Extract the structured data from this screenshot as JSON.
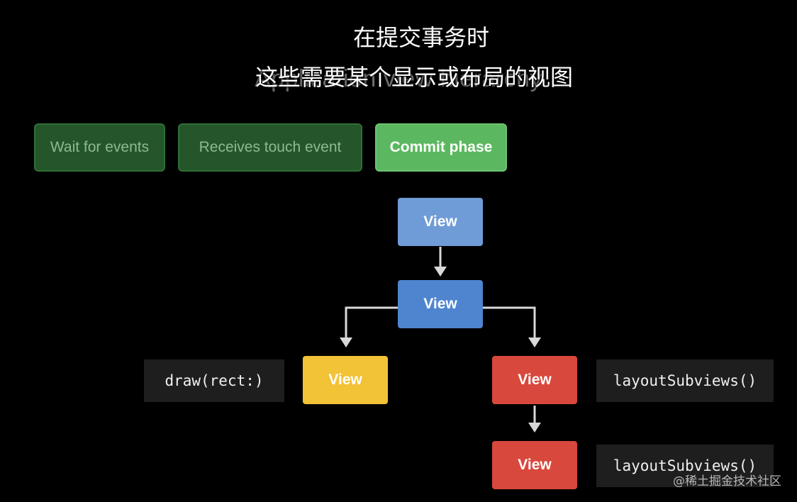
{
  "slide": {
    "title": "Application view hierarchy",
    "subtitle_line1": "在提交事务时",
    "subtitle_line2": "这些需要某个显示或布局的视图"
  },
  "phases": [
    {
      "label": "Wait for events",
      "state": "inactive"
    },
    {
      "label": "Receives touch event",
      "state": "inactive"
    },
    {
      "label": "Commit phase",
      "state": "active"
    }
  ],
  "hierarchy": {
    "root": {
      "label": "View",
      "color": "#6f9bd7"
    },
    "child": {
      "label": "View",
      "color": "#4f85cf"
    },
    "left_leaf": {
      "label": "View",
      "color": "#f2c237",
      "method": "draw(rect:)"
    },
    "right_child": {
      "label": "View",
      "color": "#d9483c",
      "method": "layoutSubviews()"
    },
    "right_leaf": {
      "label": "View",
      "color": "#d9483c",
      "method": "layoutSubviews()"
    }
  },
  "colors": {
    "background": "#000000",
    "phase_inactive": "#24562a",
    "phase_active": "#5cb860",
    "connector": "#d9d9d9"
  },
  "watermark": "@稀土掘金技术社区"
}
